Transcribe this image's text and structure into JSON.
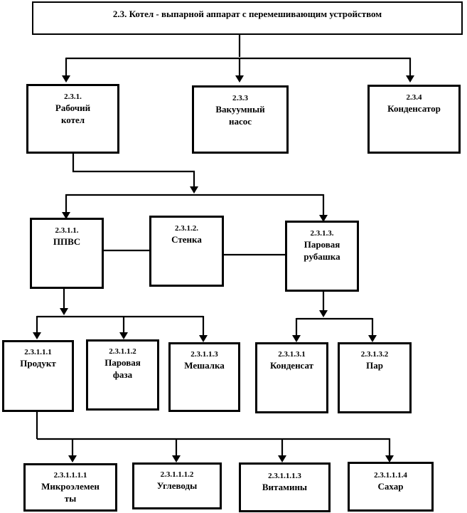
{
  "nodes": [
    {
      "id": "root",
      "code": "",
      "label": "2.3.  Котел - выпарной аппарат с перемешивающим устройством"
    },
    {
      "id": "n231",
      "code": "2.3.1.",
      "label": "Рабочий котел"
    },
    {
      "id": "n233",
      "code": "2.3.3",
      "label": "Вакуумный насос"
    },
    {
      "id": "n234",
      "code": "2.3.4",
      "label": "Конденсатор"
    },
    {
      "id": "n2311",
      "code": "2.3.1.1.",
      "label": "ППВС"
    },
    {
      "id": "n2312",
      "code": "2.3.1.2.",
      "label": "Стенка"
    },
    {
      "id": "n2313",
      "code": "2.3.1.3.",
      "label": "Паровая рубашка"
    },
    {
      "id": "n23111",
      "code": "2.3.1.1.1",
      "label": "Продукт"
    },
    {
      "id": "n23112",
      "code": "2.3.1.1.2",
      "label": "Паровая фаза"
    },
    {
      "id": "n23113",
      "code": "2.3.1.1.3",
      "label": "Мешалка"
    },
    {
      "id": "n23131",
      "code": "2.3.1.3.1",
      "label": "Конденсат"
    },
    {
      "id": "n23132",
      "code": "2.3.1.3.2",
      "label": "Пар"
    },
    {
      "id": "n231111",
      "code": "2.3.1.1.1.1",
      "label": "Микроэлемен ты"
    },
    {
      "id": "n231112",
      "code": "2.3.1.1.1.2",
      "label": "Углеводы"
    },
    {
      "id": "n231113",
      "code": "2.3.1.1.1.3",
      "label": "Витамины"
    },
    {
      "id": "n231114",
      "code": "2.3.1.1.1.4",
      "label": "Сахар"
    }
  ]
}
